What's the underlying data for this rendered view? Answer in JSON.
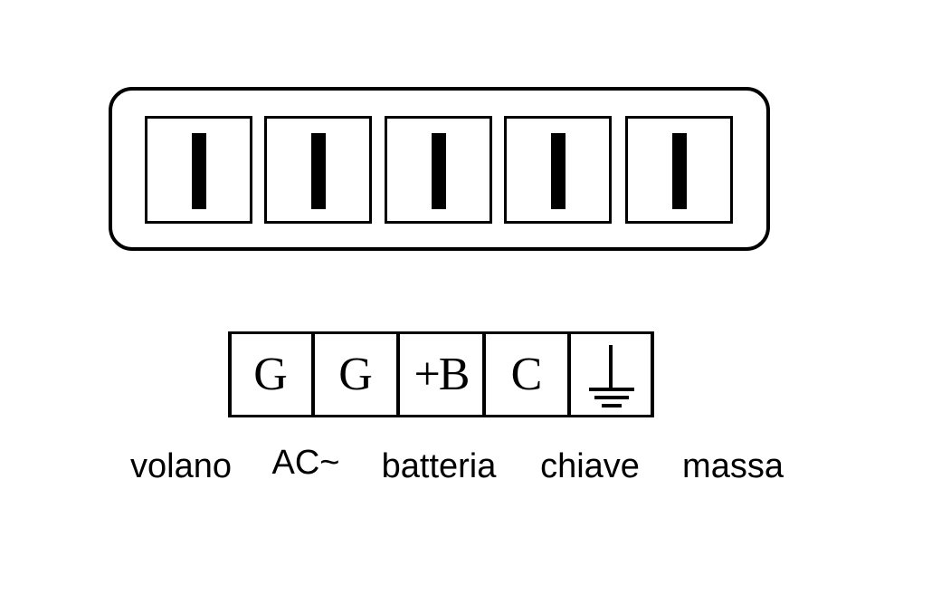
{
  "connector": {
    "pin_count": 5
  },
  "terminals": [
    {
      "symbol": "G",
      "label": "volano"
    },
    {
      "symbol": "G",
      "label": "AC~"
    },
    {
      "symbol": "+B",
      "label": "batteria"
    },
    {
      "symbol": "C",
      "label": "chiave"
    },
    {
      "symbol": "",
      "icon": "ground-icon",
      "label": "massa"
    }
  ]
}
